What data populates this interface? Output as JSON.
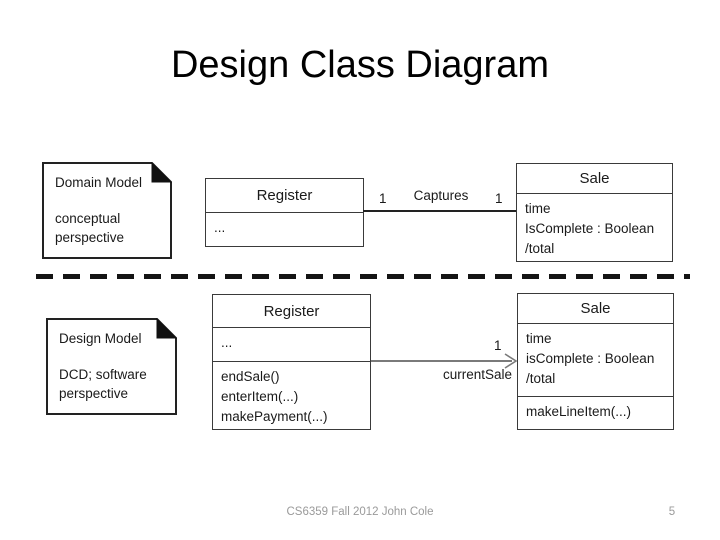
{
  "slide": {
    "title": "Design Class Diagram",
    "footer": "CS6359 Fall 2012 John Cole",
    "page_number": "5"
  },
  "colors": {
    "box_border": "#3a3a3a",
    "note_fold": "#111111",
    "association_top_line": "#222222",
    "association_bottom_line": "#7a7a7a",
    "footer_text": "#9a9a9a",
    "background": "#ffffff"
  },
  "diagram": {
    "top_section": {
      "note": {
        "title": "Domain Model",
        "lines": [
          "conceptual",
          "perspective"
        ]
      },
      "register_class": {
        "name": "Register",
        "attributes": [
          "..."
        ]
      },
      "association": {
        "name": "Captures",
        "mult_left": "1",
        "mult_right": "1"
      },
      "sale_class": {
        "name": "Sale",
        "attributes": [
          "time",
          "IsComplete : Boolean",
          "/total"
        ]
      }
    },
    "separator": "dashed horizontal line",
    "bottom_section": {
      "note": {
        "title": "Design Model",
        "lines": [
          "DCD; software",
          "perspective"
        ]
      },
      "register_class": {
        "name": "Register",
        "attributes": [
          "..."
        ],
        "methods": [
          "endSale()",
          "enterItem(...)",
          "makePayment(...)"
        ]
      },
      "association": {
        "name": "currentSale",
        "mult_right": "1",
        "arrow": "open arrowhead pointing to Sale"
      },
      "sale_class": {
        "name": "Sale",
        "attributes": [
          "time",
          "isComplete : Boolean",
          "/total"
        ],
        "methods": [
          "makeLineItem(...)"
        ]
      }
    }
  }
}
